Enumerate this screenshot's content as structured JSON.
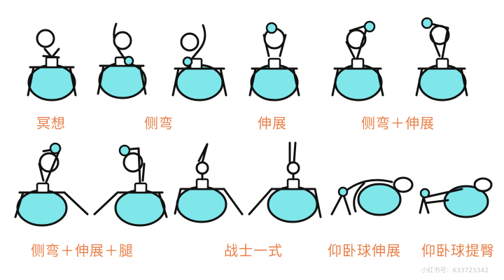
{
  "poses": [
    {
      "id": "meditate",
      "label": "冥想"
    },
    {
      "id": "side-bend",
      "label": "侧弯"
    },
    {
      "id": "stretch",
      "label": "伸展"
    },
    {
      "id": "side-bend-stretch",
      "label": "侧弯＋伸展"
    },
    {
      "id": "side-bend-stretch-leg",
      "label": "侧弯＋伸展＋腿"
    },
    {
      "id": "warrior-one",
      "label": "战士一式"
    },
    {
      "id": "supine-stretch",
      "label": "仰卧球伸展"
    },
    {
      "id": "supine-hip-lift",
      "label": "仰卧球提臀"
    }
  ],
  "watermark": "小红书号：633725342",
  "colors": {
    "ball": "#7fe6ea",
    "label": "#e8804a",
    "line": "#111111"
  }
}
